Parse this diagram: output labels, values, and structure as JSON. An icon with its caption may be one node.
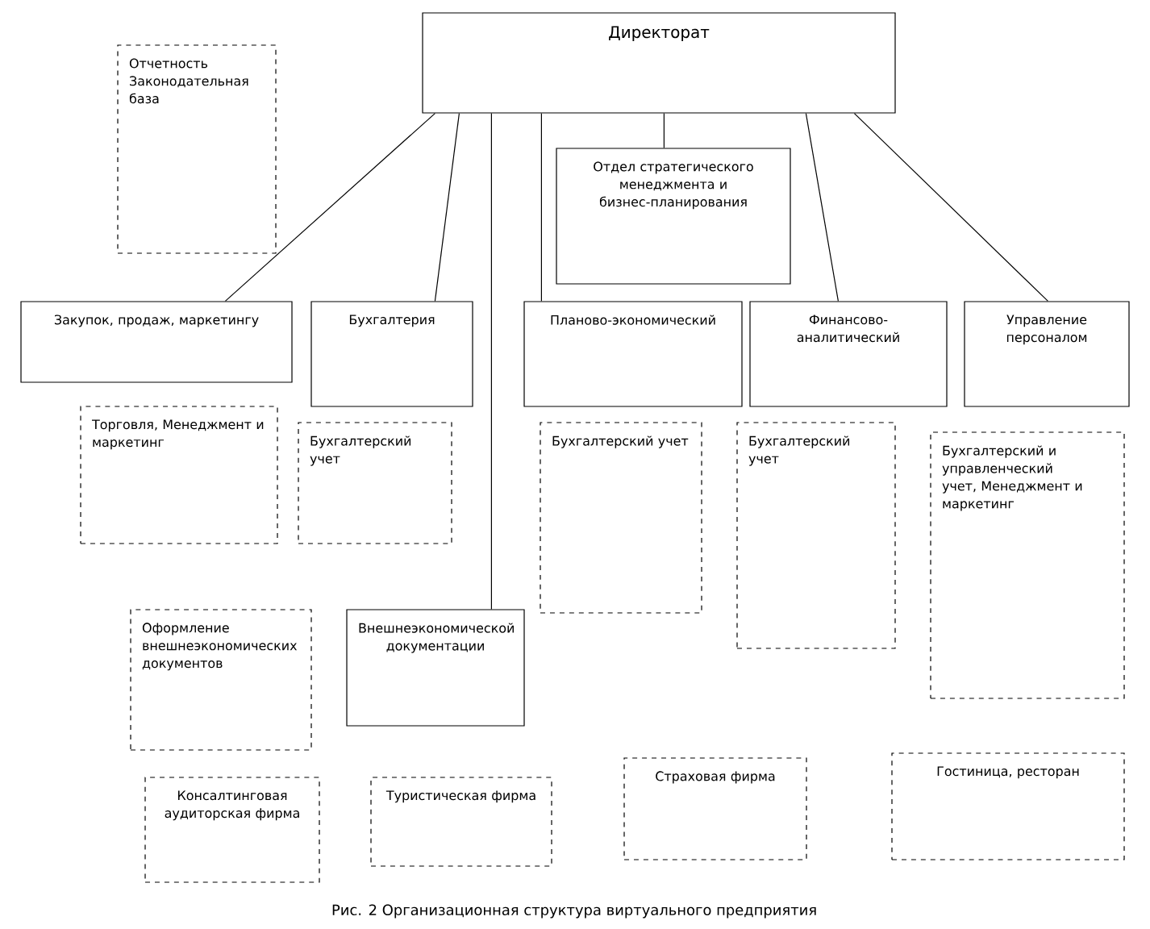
{
  "diagram": {
    "caption": "Рис. 2   Организационная структура виртуального предприятия",
    "nodes": [
      {
        "text": [
          "Директорат"
        ]
      },
      {
        "text": [
          "Отчетность Законодательная база"
        ]
      },
      {
        "text": [
          "Отдел стратегического менеджмента и бизнес-планирования"
        ]
      },
      {
        "text": [
          "Закупок, продаж, маркетингу"
        ]
      },
      {
        "text": [
          "Бухгалтерия"
        ]
      },
      {
        "text": [
          "Планово-экономический"
        ]
      },
      {
        "text": [
          "Финансово-аналитический"
        ]
      },
      {
        "text": [
          "Управление персоналом"
        ]
      },
      {
        "text": [
          "Торговля, Менеджмент и маркетинг"
        ]
      },
      {
        "text": [
          "Бухгалтерский учет"
        ]
      },
      {
        "text": [
          "Бухгалтерский учет"
        ]
      },
      {
        "text": [
          "Бухгалтерский учет"
        ]
      },
      {
        "text": [
          "Бухгалтерский и управленческий учет, Менеджмент и маркетинг"
        ]
      },
      {
        "text": [
          "Оформление внешнеэкономических документов"
        ]
      },
      {
        "text": [
          "Внешнеэкономической документации"
        ]
      },
      {
        "text": [
          "Консалтинговая аудиторская фирма"
        ]
      },
      {
        "text": [
          "Туристическая фирма"
        ]
      },
      {
        "text": [
          "Страховая фирма"
        ]
      },
      {
        "text": [
          "Гостиница, ресторан"
        ]
      }
    ],
    "edges": [
      {
        "from": 0,
        "to": 3,
        "arrow": "none"
      },
      {
        "from": 0,
        "to": 4,
        "arrow": "none"
      },
      {
        "from": 0,
        "to": 14,
        "arrow": "none"
      },
      {
        "from": 0,
        "to": 5,
        "arrow": "none"
      },
      {
        "from": 0,
        "to": 2,
        "arrow": "none"
      },
      {
        "from": 0,
        "to": 6,
        "arrow": "none"
      },
      {
        "from": 0,
        "to": 7,
        "arrow": "none"
      }
    ]
  }
}
